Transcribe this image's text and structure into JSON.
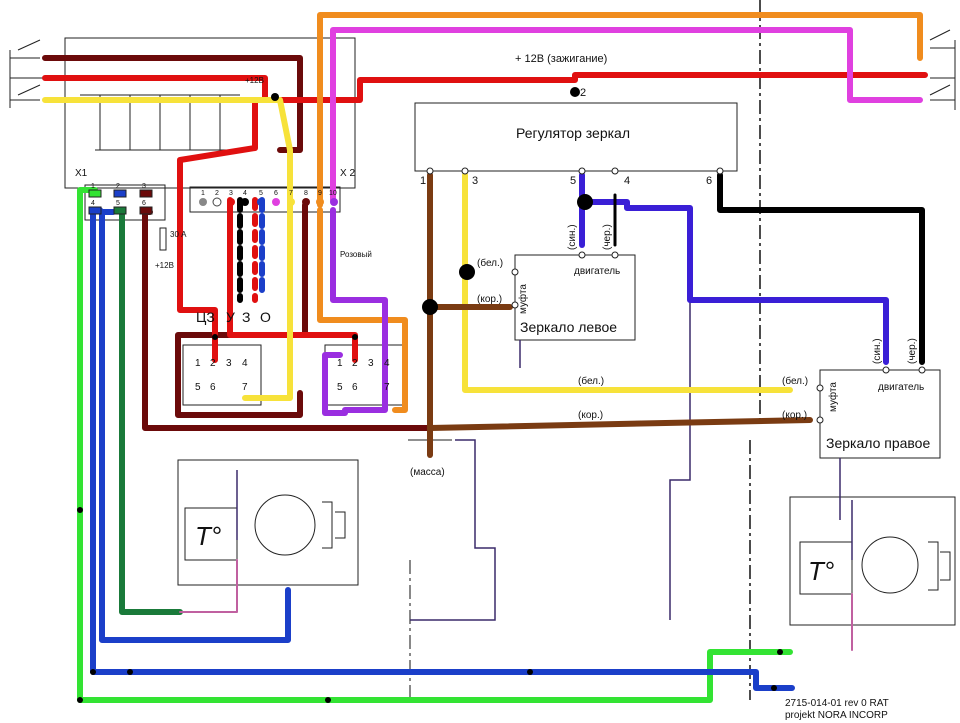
{
  "labels": {
    "ignition": "+ 12В (зажигание)",
    "ignition_pin": "2",
    "regulator": "Регулятор зеркал",
    "reg_pins": [
      "1",
      "3",
      "5",
      "4",
      "6"
    ],
    "mirror_left_title": "Зеркало левое",
    "mirror_right_title": "Зеркало правое",
    "mufta": "муфта",
    "motor": "двигатель",
    "bel": "(бел.)",
    "kor": "(кор.)",
    "sin": "(син.)",
    "cher": "(чер.)",
    "massa": "(масса)",
    "x1": "X1",
    "x2": "X 2",
    "plus12_top": "+12В",
    "plus12_fuse": "+12В",
    "fuse": "30 А",
    "rozoviy": "Розовый",
    "x1_pins": [
      "1",
      "2",
      "3",
      "4",
      "5",
      "6"
    ],
    "x2_pins": [
      "1",
      "2",
      "3",
      "4",
      "5",
      "6",
      "7",
      "8",
      "9",
      "10"
    ],
    "function_labels": [
      "ЦЗ",
      "У",
      "З",
      "О"
    ],
    "relay_pins": [
      "1",
      "2",
      "3",
      "4",
      "5",
      "6",
      "7"
    ],
    "credit_line1": "2715-014-01  rev 0 RAT",
    "credit_line2": "projekt NORA INCORP"
  },
  "colors": {
    "red": "#e01010",
    "maroon": "#6b0a0a",
    "yellow": "#f7e23a",
    "orange": "#f08c1e",
    "magenta": "#e040e0",
    "purple": "#9a2ee0",
    "brown": "#7a3b12",
    "blue": "#1b3fc9",
    "indigo": "#3a1fd6",
    "black": "#000000",
    "green": "#33e333",
    "darkgreen": "#1a7a3a",
    "thin": "#3a2a6a"
  }
}
